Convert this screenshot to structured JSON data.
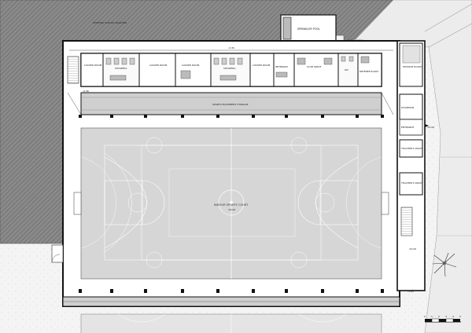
{
  "labels": {
    "existing_building": "EXISTING SCHOOL BUILDING",
    "sprinkler_pool": "SPRINKLER POOL",
    "locker_room_1": "LOCKER ROOM",
    "showers_1": "SHOWERS",
    "locker_room_2": "LOCKER ROOM",
    "locker_room_3": "LOCKER ROOM",
    "showers_2": "SHOWERS",
    "locker_room_4": "LOCKER ROOM",
    "infirmary": "INFIRMARY",
    "club_space": "CLUB SPACE",
    "wc": "WC",
    "referee_room": "REFEREE ROOM",
    "mosque_room": "MOSQUE ROOM",
    "storage": "SPORTS EQUIPMENT STORAGE",
    "doorman": "DOORMAN",
    "entrance": "ENTRANCE",
    "teachers_room": "TEACHER'S ROOM",
    "teachers_room_2": "TEACHER'S ROOM",
    "court": "INDOOR SPORTS COURT",
    "court_level": "±0.00"
  },
  "levels": {
    "top": "-0.36",
    "storage_line": "-0.36",
    "entrance": "±0.00",
    "right_lower": "±0.00",
    "bottom": "-1.05"
  },
  "scale_bar": [
    "0",
    "1",
    "2",
    "3",
    "4",
    "5"
  ],
  "colors": {
    "hatch": "#777777",
    "court_fill": "#d9d9d9",
    "wall": "#111111",
    "ground": "#efefef"
  }
}
